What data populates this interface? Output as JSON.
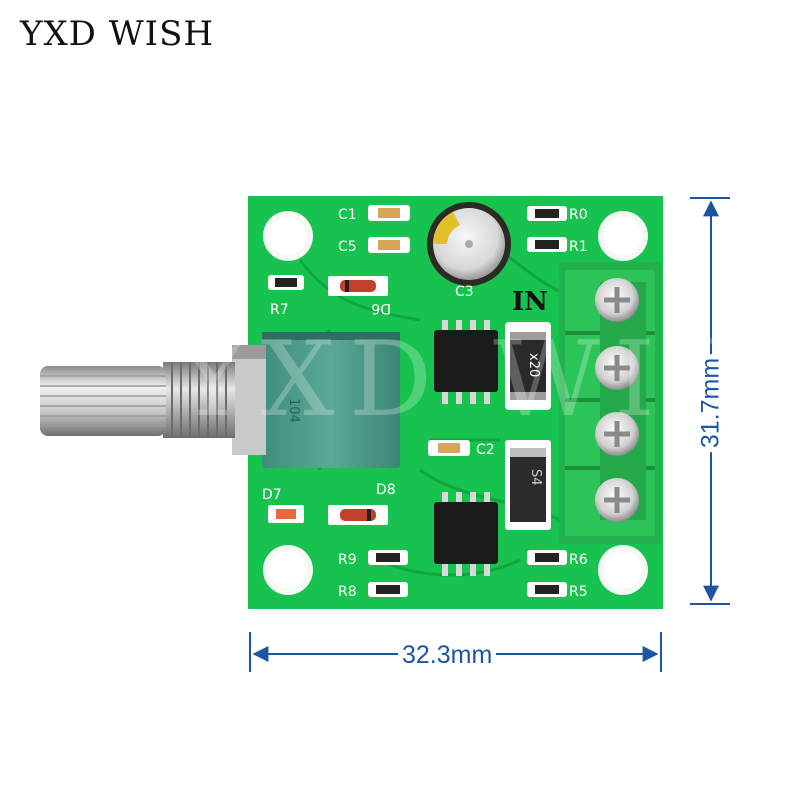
{
  "brand": {
    "title": "YXD WISH"
  },
  "watermark": {
    "text": "YXD WISH"
  },
  "dimensions": {
    "width": "32.3mm",
    "height": "31.7mm"
  },
  "silkscreen": {
    "c1": "C1",
    "c5": "C5",
    "c3": "C3",
    "c2": "C2",
    "r0": "R0",
    "r1": "R1",
    "r5": "R5",
    "r6": "R6",
    "r7": "R7",
    "r8": "R8",
    "r9": "R9",
    "d6": "D6",
    "d7": "D7",
    "d8": "D8",
    "in": "IN"
  },
  "parts": {
    "fuse_code": "x20",
    "diode_code": "S4",
    "pot_code": "104"
  },
  "colors": {
    "pcb": "#17c24f",
    "terminal": "#22b14c",
    "dimension": "#1c55a5"
  }
}
